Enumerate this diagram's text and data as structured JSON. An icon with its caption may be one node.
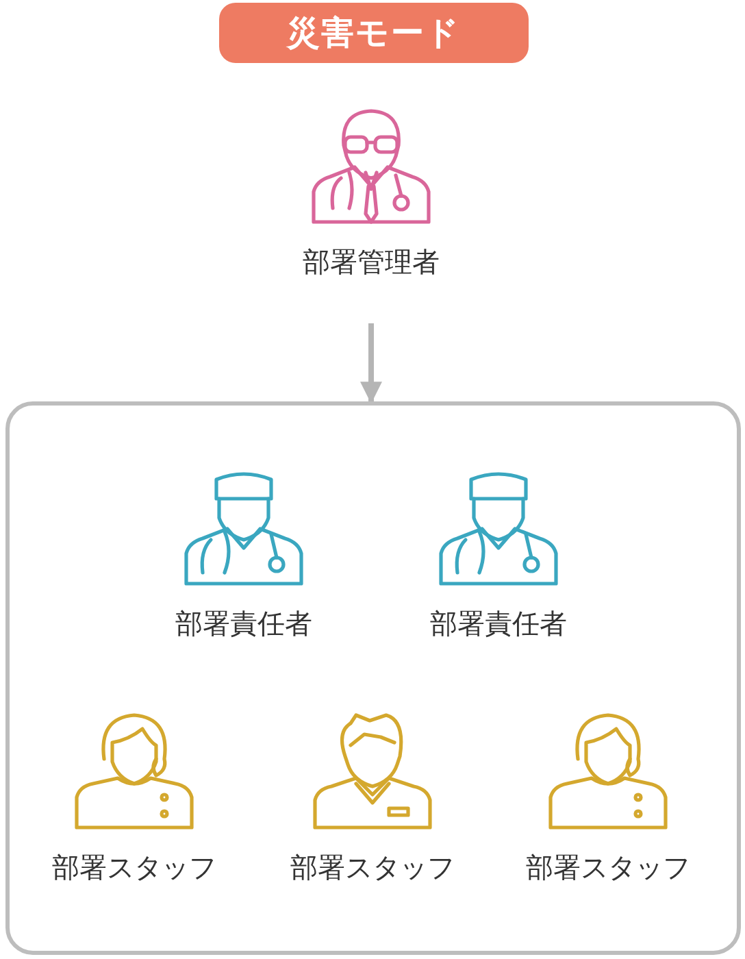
{
  "diagram": {
    "title": "災害モード",
    "nodes": [
      {
        "text": [
          "部署管理者"
        ]
      },
      {
        "text": [],
        "shape": "box"
      },
      {
        "text": [
          "部署責任者"
        ],
        "in": 1
      },
      {
        "text": [
          "部署責任者"
        ],
        "in": 1
      },
      {
        "text": [
          "部署スタッフ"
        ],
        "in": 1
      },
      {
        "text": [
          "部署スタッフ"
        ],
        "in": 1
      },
      {
        "text": [
          "部署スタッフ"
        ],
        "in": 1
      }
    ],
    "edges": [
      {
        "from": 0,
        "to": 1,
        "arrow": "to"
      }
    ]
  }
}
